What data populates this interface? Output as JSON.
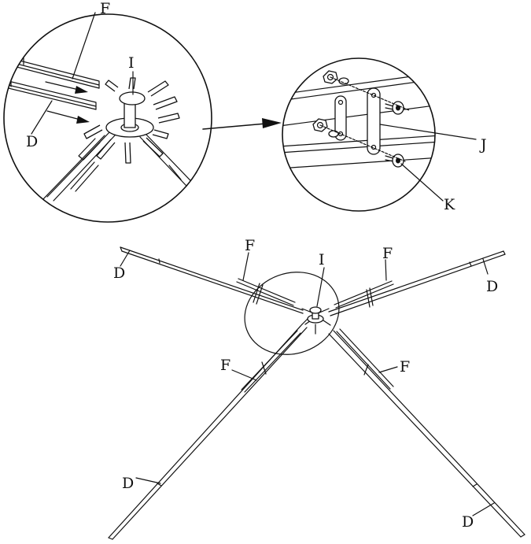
{
  "labels": {
    "F": "F",
    "D": "D",
    "I": "I",
    "J": "J",
    "K": "K"
  },
  "colors": {
    "line": "#111111",
    "background": "#ffffff"
  }
}
